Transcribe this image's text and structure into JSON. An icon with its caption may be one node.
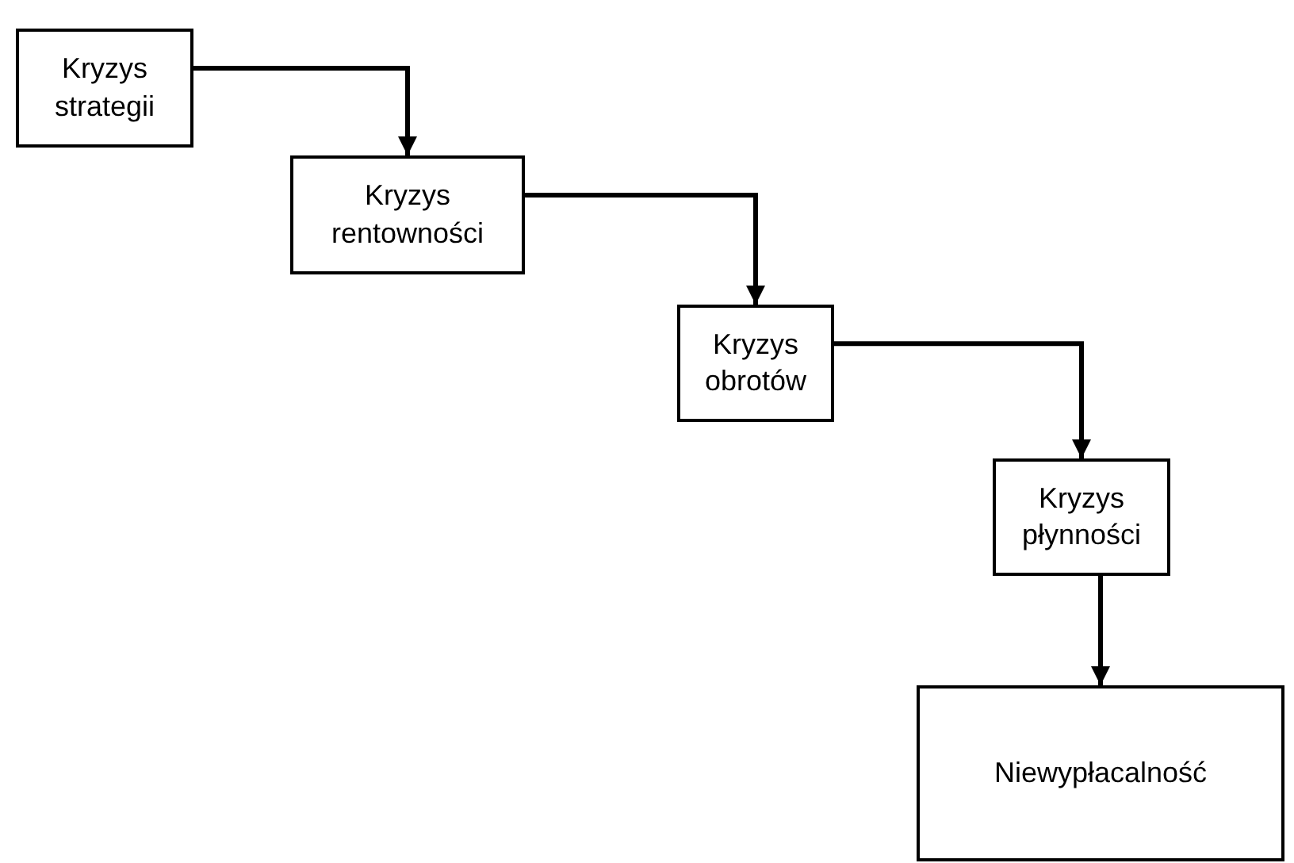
{
  "diagram": {
    "nodes": [
      {
        "text": [
          "Kryzys strategii"
        ]
      },
      {
        "text": [
          "Kryzys rentowności"
        ]
      },
      {
        "text": [
          "Kryzys obrotów"
        ]
      },
      {
        "text": [
          "Kryzys płynności"
        ]
      },
      {
        "text": [
          "Niewypłacalność"
        ]
      }
    ],
    "edges": [
      {
        "from": 0,
        "to": 1,
        "arrow": "to"
      },
      {
        "from": 1,
        "to": 2,
        "arrow": "to"
      },
      {
        "from": 2,
        "to": 3,
        "arrow": "to"
      },
      {
        "from": 3,
        "to": 4,
        "arrow": "to"
      }
    ]
  }
}
